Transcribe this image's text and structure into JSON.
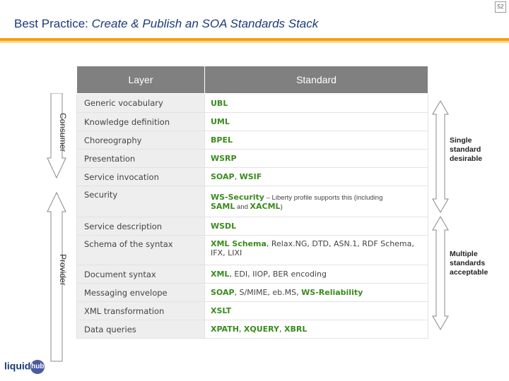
{
  "page": {
    "slide_number": "52",
    "title_prefix": "Best Practice:  ",
    "title_italic": "Create & Publish an SOA Standards Stack"
  },
  "table": {
    "headers": {
      "layer": "Layer",
      "standard": "Standard"
    },
    "rows": [
      {
        "layer": "Generic vocabulary",
        "std1": "UBL"
      },
      {
        "layer": "Knowledge definition",
        "std1": "UML"
      },
      {
        "layer": "Choreography",
        "std1": "BPEL"
      },
      {
        "layer": "Presentation",
        "std1": "WSRP"
      },
      {
        "layer": "Service invocation",
        "std1": "SOAP",
        "sep1": ", ",
        "std2": "WSIF"
      },
      {
        "layer": "Security",
        "std1": "WS-Security",
        "note1": " – Liberty profile supports this (including ",
        "std2": "SAML",
        "note2": " and ",
        "std3": "XACML",
        "note3": ")"
      },
      {
        "layer": "Service description",
        "std1": "WSDL"
      },
      {
        "layer": "Schema of the syntax",
        "std1": "XML Schema",
        "rest": ", Relax.NG, DTD, ASN.1, RDF Schema, IFX, LIXI"
      },
      {
        "layer": "Document syntax",
        "std1": "XML",
        "rest": ", EDI, IIOP, BER encoding"
      },
      {
        "layer": "Messaging envelope",
        "std1": "SOAP",
        "rest": ", S/MIME, eb.MS, ",
        "std2": "WS-Reliability"
      },
      {
        "layer": "XML transformation",
        "std1": "XSLT"
      },
      {
        "layer": "Data queries",
        "std1": "XPATH",
        "sep1": ", ",
        "std2": "XQUERY",
        "sep2": ", ",
        "std3": "XBRL"
      }
    ]
  },
  "side": {
    "consumer": "Consumer",
    "provider": "Provider",
    "single": [
      "Single",
      "standard",
      "desirable"
    ],
    "multiple": [
      "Multiple",
      "standards",
      "acceptable"
    ]
  },
  "logo": {
    "text": "liquid",
    "mark": "hub"
  },
  "colors": {
    "title": "#1a3a7a",
    "accent_rule": "#f5a000",
    "header_bg": "#808080",
    "standard_green": "#3a8a1e"
  }
}
